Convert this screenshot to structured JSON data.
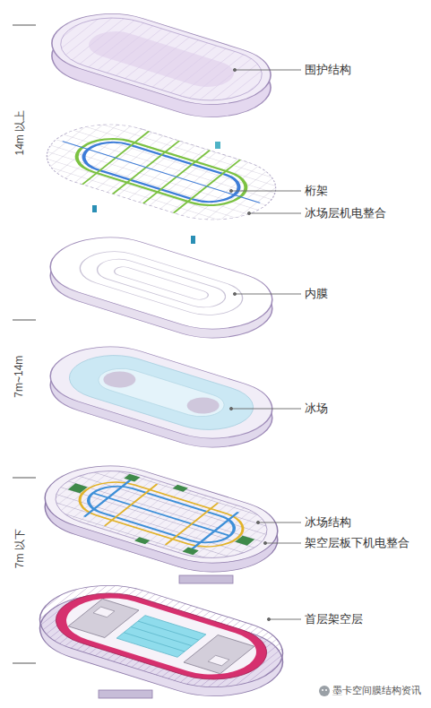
{
  "diagram": {
    "labels": [
      "14m 以上",
      "7m~14m",
      "7m 以下",
      "围护结构",
      "桁架",
      "冰场层机电整合",
      "内膜",
      "冰场",
      "冰场结构",
      "架空层板下机电整合",
      "首层架空层",
      "墨卡空间膜结构资讯"
    ]
  }
}
